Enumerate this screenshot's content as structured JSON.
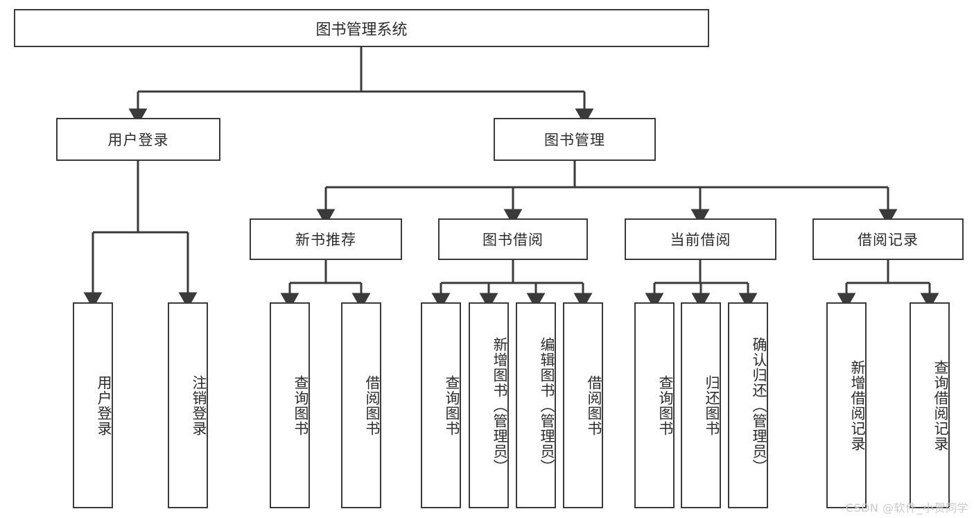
{
  "diagram": {
    "title": "图书管理系统",
    "watermark": "CSDN @软件_小贺同学",
    "line_color": "#3a3a3a",
    "box_border_color": "#3a3a3a",
    "box_fill": "#ffffff",
    "text_color": "#2b2b2b",
    "watermark_color": "#c9c9c9"
  },
  "root": {
    "label": "图书管理系统"
  },
  "level2": [
    {
      "label": "用户登录"
    },
    {
      "label": "图书管理"
    }
  ],
  "level3": [
    {
      "label": "新书推荐"
    },
    {
      "label": "图书借阅"
    },
    {
      "label": "当前借阅"
    },
    {
      "label": "借阅记录"
    }
  ],
  "leaves": {
    "user_login": [
      {
        "label": "用户登录"
      },
      {
        "label": "注销登录"
      }
    ],
    "new_book": [
      {
        "label": "查询图书"
      },
      {
        "label": "借阅图书"
      }
    ],
    "borrow_book": [
      {
        "label": "查询图书"
      },
      {
        "label": "新增图书（管理员）"
      },
      {
        "label": "编辑图书（管理员）"
      },
      {
        "label": "借阅图书"
      }
    ],
    "current_borrow": [
      {
        "label": "查询图书"
      },
      {
        "label": "归还图书"
      },
      {
        "label": "确认归还（管理员）"
      }
    ],
    "borrow_record": [
      {
        "label": "新增借阅记录"
      },
      {
        "label": "查询借阅记录"
      }
    ]
  }
}
